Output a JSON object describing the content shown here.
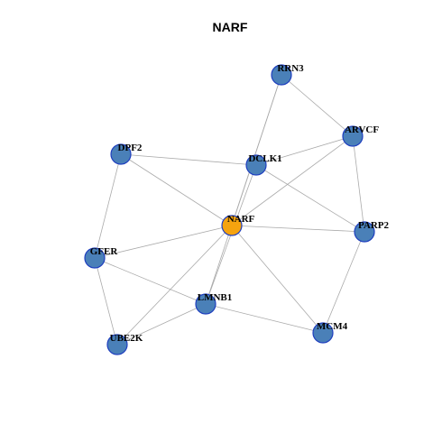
{
  "title": "NARF",
  "colors": {
    "node_default": "#4a80b8",
    "node_focus": "#f5a30f",
    "node_border": "#1f3fbf",
    "edge": "#aaaaaa"
  },
  "nodes": [
    {
      "id": "RRN3",
      "label": "RRN3",
      "focus": false
    },
    {
      "id": "ARVCF",
      "label": "ARVCF",
      "focus": false
    },
    {
      "id": "DPF2",
      "label": "DPF2",
      "focus": false
    },
    {
      "id": "DCLK1",
      "label": "DCLK1",
      "focus": false
    },
    {
      "id": "NARF",
      "label": "NARF",
      "focus": true
    },
    {
      "id": "PARP2",
      "label": "PARP2",
      "focus": false
    },
    {
      "id": "GFER",
      "label": "GFER",
      "focus": false
    },
    {
      "id": "LMNB1",
      "label": "LMNB1",
      "focus": false
    },
    {
      "id": "MCM4",
      "label": "MCM4",
      "focus": false
    },
    {
      "id": "UBE2K",
      "label": "UBE2K",
      "focus": false
    }
  ],
  "edges": [
    [
      "RRN3",
      "ARVCF"
    ],
    [
      "RRN3",
      "NARF"
    ],
    [
      "RRN3",
      "LMNB1"
    ],
    [
      "ARVCF",
      "DCLK1"
    ],
    [
      "ARVCF",
      "NARF"
    ],
    [
      "ARVCF",
      "PARP2"
    ],
    [
      "DPF2",
      "DCLK1"
    ],
    [
      "DPF2",
      "NARF"
    ],
    [
      "DPF2",
      "GFER"
    ],
    [
      "DCLK1",
      "PARP2"
    ],
    [
      "DCLK1",
      "LMNB1"
    ],
    [
      "NARF",
      "PARP2"
    ],
    [
      "NARF",
      "GFER"
    ],
    [
      "NARF",
      "MCM4"
    ],
    [
      "NARF",
      "UBE2K"
    ],
    [
      "PARP2",
      "MCM4"
    ],
    [
      "GFER",
      "LMNB1"
    ],
    [
      "GFER",
      "UBE2K"
    ],
    [
      "LMNB1",
      "MCM4"
    ],
    [
      "LMNB1",
      "UBE2K"
    ]
  ]
}
